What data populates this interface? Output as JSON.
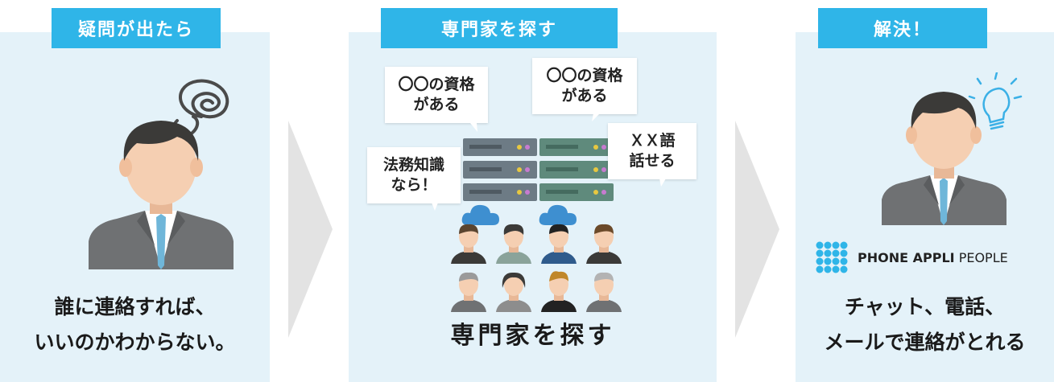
{
  "steps": [
    {
      "header": "疑問が出たら",
      "caption_line1": "誰に連絡すれば、",
      "caption_line2": "いいのかわからない。"
    },
    {
      "header": "専門家を探す",
      "caption": "専門家を探す"
    },
    {
      "header": "解決！",
      "caption_line1": "チャット、電話、",
      "caption_line2": "メールで連絡がとれる"
    }
  ],
  "bubbles": [
    {
      "line1": "〇〇の資格",
      "line2": "がある"
    },
    {
      "line1": "〇〇の資格",
      "line2": "がある"
    },
    {
      "line1": "ＸＸ語",
      "line2": "話せる"
    },
    {
      "line1": "法務知識",
      "line2": "なら！"
    }
  ],
  "logo": {
    "bold": "PHONE APPLI",
    "light": "PEOPLE"
  },
  "colors": {
    "header": "#2fb5e8",
    "panel": "#e4f2f9",
    "arrow": "#e3e3e3",
    "logo_dots": "#2fb5e8"
  }
}
